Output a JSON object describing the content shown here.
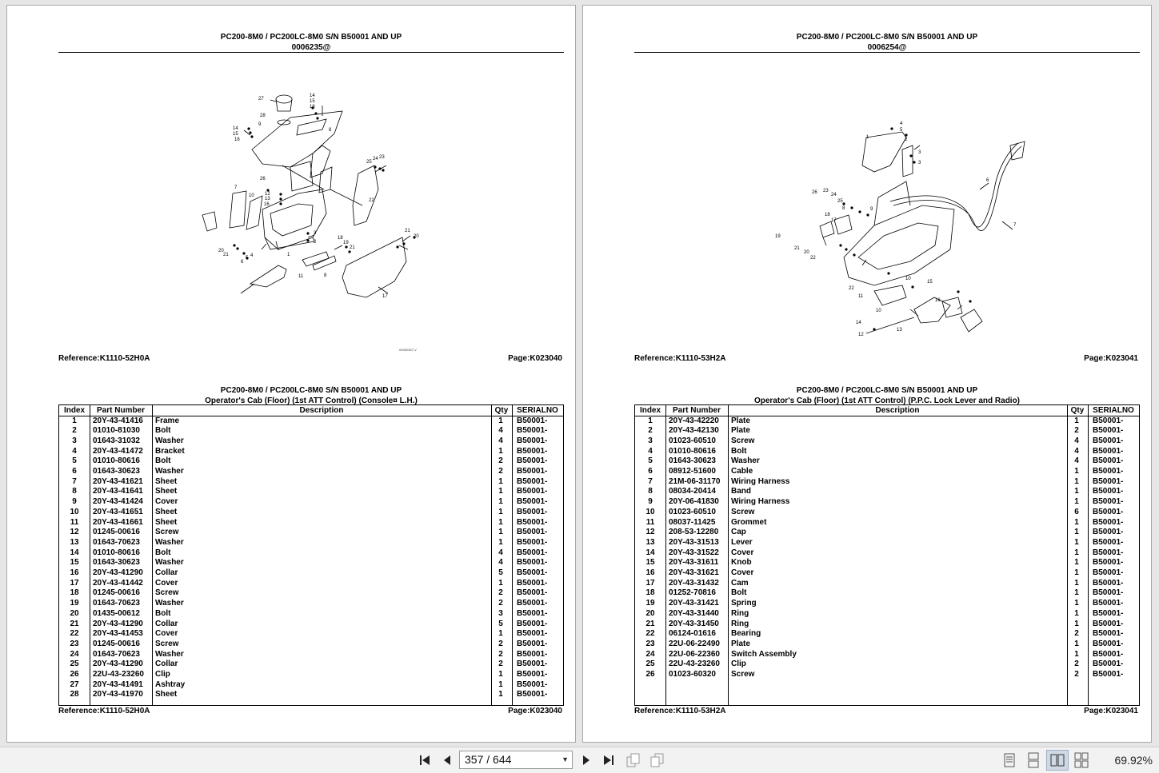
{
  "pages": [
    {
      "title1": "PC200-8M0 / PC200LC-8M0 S/N B50001 AND UP",
      "title2": "0006235@",
      "reference": "Reference:K1110-52H0A",
      "page_no": "Page:K023040",
      "fig_code": "00062357-V",
      "table_title1": "PC200-8M0 / PC200LC-8M0 S/N B50001 AND UP",
      "table_title2": "Operator's Cab  (Floor) (1st ATT Control) (Console¤ L.H.)",
      "columns": [
        "Index",
        "Part Number",
        "Description",
        "Qty",
        "SERIALNO"
      ],
      "rows": [
        [
          "1",
          "20Y-43-41416",
          "Frame",
          "1",
          "B50001-"
        ],
        [
          "2",
          "01010-81030",
          "Bolt",
          "4",
          "B50001-"
        ],
        [
          "3",
          "01643-31032",
          "Washer",
          "4",
          "B50001-"
        ],
        [
          "4",
          "20Y-43-41472",
          "Bracket",
          "1",
          "B50001-"
        ],
        [
          "5",
          "01010-80616",
          "Bolt",
          "2",
          "B50001-"
        ],
        [
          "6",
          "01643-30623",
          "Washer",
          "2",
          "B50001-"
        ],
        [
          "7",
          "20Y-43-41621",
          "Sheet",
          "1",
          "B50001-"
        ],
        [
          "8",
          "20Y-43-41641",
          "Sheet",
          "1",
          "B50001-"
        ],
        [
          "9",
          "20Y-43-41424",
          "Cover",
          "1",
          "B50001-"
        ],
        [
          "10",
          "20Y-43-41651",
          "Sheet",
          "1",
          "B50001-"
        ],
        [
          "11",
          "20Y-43-41661",
          "Sheet",
          "1",
          "B50001-"
        ],
        [
          "12",
          "01245-00616",
          "Screw",
          "1",
          "B50001-"
        ],
        [
          "13",
          "01643-70623",
          "Washer",
          "1",
          "B50001-"
        ],
        [
          "14",
          "01010-80616",
          "Bolt",
          "4",
          "B50001-"
        ],
        [
          "15",
          "01643-30623",
          "Washer",
          "4",
          "B50001-"
        ],
        [
          "16",
          "20Y-43-41290",
          "Collar",
          "5",
          "B50001-"
        ],
        [
          "17",
          "20Y-43-41442",
          "Cover",
          "1",
          "B50001-"
        ],
        [
          "18",
          "01245-00616",
          "Screw",
          "2",
          "B50001-"
        ],
        [
          "19",
          "01643-70623",
          "Washer",
          "2",
          "B50001-"
        ],
        [
          "20",
          "01435-00612",
          "Bolt",
          "3",
          "B50001-"
        ],
        [
          "21",
          "20Y-43-41290",
          "Collar",
          "5",
          "B50001-"
        ],
        [
          "22",
          "20Y-43-41453",
          "Cover",
          "1",
          "B50001-"
        ],
        [
          "23",
          "01245-00616",
          "Screw",
          "2",
          "B50001-"
        ],
        [
          "24",
          "01643-70623",
          "Washer",
          "2",
          "B50001-"
        ],
        [
          "25",
          "20Y-43-41290",
          "Collar",
          "2",
          "B50001-"
        ],
        [
          "26",
          "22U-43-23260",
          "Clip",
          "1",
          "B50001-"
        ],
        [
          "27",
          "20Y-43-41491",
          "Ashtray",
          "1",
          "B50001-"
        ],
        [
          "28",
          "20Y-43-41970",
          "Sheet",
          "1",
          "B50001-"
        ]
      ],
      "callouts": [
        "27",
        "14",
        "15",
        "16",
        "28",
        "9",
        "14",
        "15",
        "16",
        "25",
        "24",
        "23",
        "26",
        "7",
        "10",
        "12",
        "13",
        "16",
        "22",
        "3",
        "2",
        "18",
        "19",
        "21",
        "21",
        "20",
        "20",
        "21",
        "5",
        "4",
        "6",
        "1",
        "11",
        "8",
        "17",
        "8"
      ]
    },
    {
      "title1": "PC200-8M0 / PC200LC-8M0 S/N B50001 AND UP",
      "title2": "0006254@",
      "reference": "Reference:K1110-53H2A",
      "page_no": "Page:K023041",
      "table_title1": "PC200-8M0 / PC200LC-8M0 S/N B50001 AND UP",
      "table_title2": "Operator's Cab  (Floor) (1st ATT Control) (P.P.C. Lock Lever and Radio)",
      "columns": [
        "Index",
        "Part Number",
        "Description",
        "Qty",
        "SERIALNO"
      ],
      "rows": [
        [
          "1",
          "20Y-43-42220",
          "Plate",
          "1",
          "B50001-"
        ],
        [
          "2",
          "20Y-43-42130",
          "Plate",
          "2",
          "B50001-"
        ],
        [
          "3",
          "01023-60510",
          "Screw",
          "4",
          "B50001-"
        ],
        [
          "4",
          "01010-80616",
          "Bolt",
          "4",
          "B50001-"
        ],
        [
          "5",
          "01643-30623",
          "Washer",
          "4",
          "B50001-"
        ],
        [
          "6",
          "08912-51600",
          "Cable",
          "1",
          "B50001-"
        ],
        [
          "7",
          "21M-06-31170",
          "Wiring Harness",
          "1",
          "B50001-"
        ],
        [
          "8",
          "08034-20414",
          "Band",
          "1",
          "B50001-"
        ],
        [
          "9",
          "20Y-06-41830",
          "Wiring Harness",
          "1",
          "B50001-"
        ],
        [
          "10",
          "01023-60510",
          "Screw",
          "6",
          "B50001-"
        ],
        [
          "11",
          "08037-11425",
          "Grommet",
          "1",
          "B50001-"
        ],
        [
          "12",
          "208-53-12280",
          "Cap",
          "1",
          "B50001-"
        ],
        [
          "13",
          "20Y-43-31513",
          "Lever",
          "1",
          "B50001-"
        ],
        [
          "14",
          "20Y-43-31522",
          "Cover",
          "1",
          "B50001-"
        ],
        [
          "15",
          "20Y-43-31611",
          "Knob",
          "1",
          "B50001-"
        ],
        [
          "16",
          "20Y-43-31621",
          "Cover",
          "1",
          "B50001-"
        ],
        [
          "17",
          "20Y-43-31432",
          "Cam",
          "1",
          "B50001-"
        ],
        [
          "18",
          "01252-70816",
          "Bolt",
          "1",
          "B50001-"
        ],
        [
          "19",
          "20Y-43-31421",
          "Spring",
          "1",
          "B50001-"
        ],
        [
          "20",
          "20Y-43-31440",
          "Ring",
          "1",
          "B50001-"
        ],
        [
          "21",
          "20Y-43-31450",
          "Ring",
          "1",
          "B50001-"
        ],
        [
          "22",
          "06124-01616",
          "Bearing",
          "2",
          "B50001-"
        ],
        [
          "23",
          "22U-06-22490",
          "Plate",
          "1",
          "B50001-"
        ],
        [
          "24",
          "22U-06-22360",
          "Switch Assembly",
          "1",
          "B50001-"
        ],
        [
          "25",
          "22U-43-23260",
          "Clip",
          "2",
          "B50001-"
        ],
        [
          "26",
          "01023-60320",
          "Screw",
          "2",
          "B50001-"
        ]
      ],
      "callouts": [
        "4",
        "5",
        "1",
        "2",
        "3",
        "3",
        "6",
        "7",
        "26",
        "23",
        "24",
        "25",
        "8",
        "9",
        "18",
        "17",
        "19",
        "21",
        "20",
        "22",
        "22",
        "10",
        "15",
        "11",
        "16",
        "10",
        "14",
        "13",
        "12"
      ]
    }
  ],
  "toolbar": {
    "page_indicator": "357 / 644",
    "zoom": "69.92%"
  }
}
